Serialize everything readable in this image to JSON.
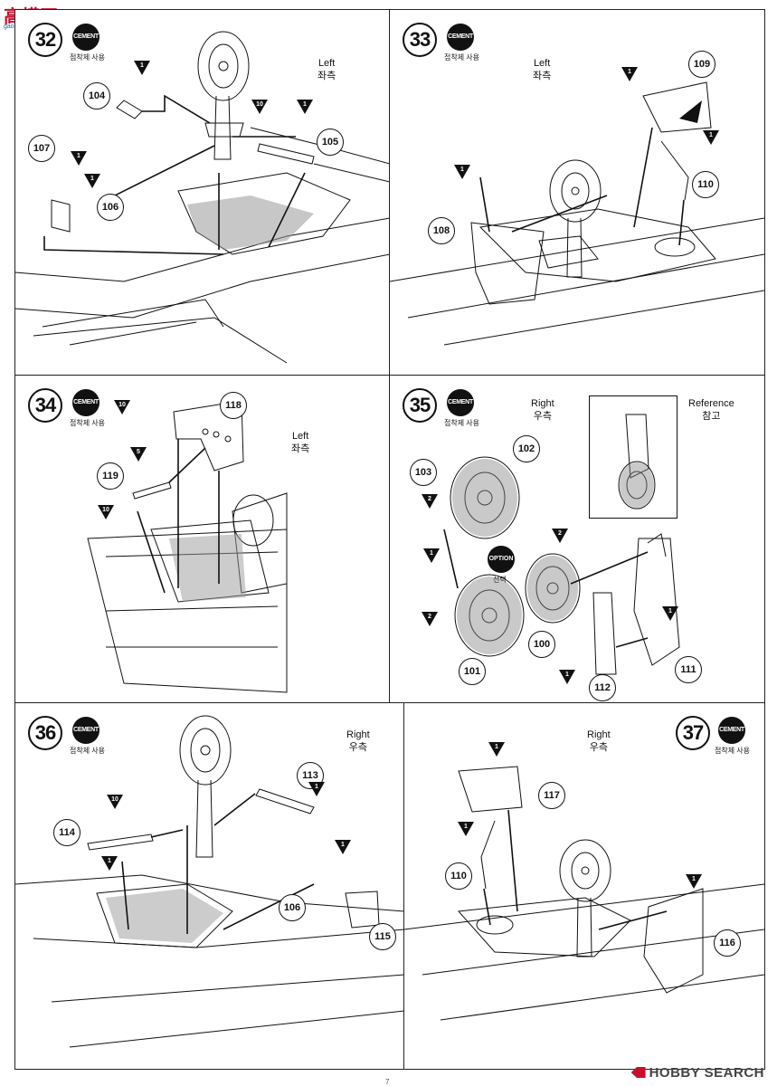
{
  "logo": {
    "mark": "高",
    "text": "模网",
    "domain": "gao-moxing.com"
  },
  "cement": {
    "label": "CEMENT",
    "sub": "접착제 사용",
    "sub_alt": "점착제 사용"
  },
  "option": {
    "label": "OPTION",
    "sub": "선택"
  },
  "steps": [
    {
      "num": "32",
      "side_en": "Left",
      "side_ko": "좌측",
      "parts": [
        "104",
        "107",
        "106",
        "105"
      ],
      "counts": [
        "1",
        "1",
        "10",
        "1",
        "1"
      ]
    },
    {
      "num": "33",
      "side_en": "Left",
      "side_ko": "좌측",
      "parts": [
        "109",
        "110",
        "108"
      ],
      "counts": [
        "1",
        "1",
        "1"
      ]
    },
    {
      "num": "34",
      "side_en": "Left",
      "side_ko": "좌측",
      "parts": [
        "118",
        "119"
      ],
      "counts": [
        "10",
        "5",
        "10"
      ]
    },
    {
      "num": "35",
      "side_en": "Right",
      "side_ko": "우측",
      "ref_en": "Reference",
      "ref_ko": "참고",
      "parts": [
        "102",
        "103",
        "100",
        "101",
        "112",
        "111"
      ],
      "counts": [
        "2",
        "1",
        "2",
        "2",
        "1",
        "1"
      ]
    },
    {
      "num": "36",
      "side_en": "Right",
      "side_ko": "우측",
      "parts": [
        "113",
        "114",
        "106",
        "115"
      ],
      "counts": [
        "1",
        "10",
        "1",
        "1"
      ]
    },
    {
      "num": "37",
      "side_en": "Right",
      "side_ko": "우측",
      "parts": [
        "117",
        "110",
        "116"
      ],
      "counts": [
        "1",
        "1",
        "1"
      ]
    }
  ],
  "page_number": "7",
  "watermark": "HOBBY SEARCH"
}
